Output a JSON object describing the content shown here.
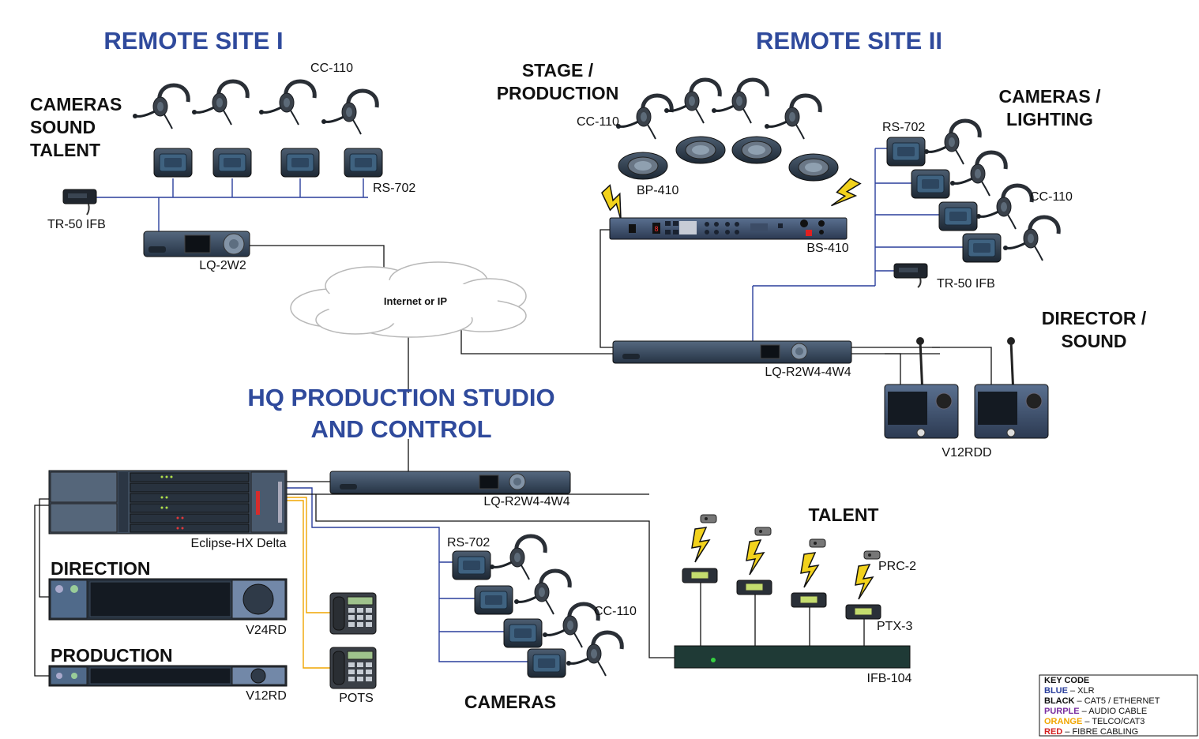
{
  "sections": {
    "remote_site_1": "REMOTE SITE I",
    "remote_site_2": "REMOTE SITE II",
    "hq_line1": "HQ PRODUCTION STUDIO",
    "hq_line2": "AND CONTROL"
  },
  "groups": {
    "rs1_cameras_1": "CAMERAS",
    "rs1_cameras_2": "SOUND",
    "rs1_cameras_3": "TALENT",
    "rs2_stage_1": "STAGE /",
    "rs2_stage_2": "PRODUCTION",
    "rs2_cam_1": "CAMERAS /",
    "rs2_cam_2": "LIGHTING",
    "director_1": "DIRECTOR /",
    "director_2": "SOUND",
    "talent": "TALENT",
    "direction": "DIRECTION",
    "production": "PRODUCTION",
    "cameras_hq": "CAMERAS"
  },
  "devices": {
    "rs1_cc110": "CC-110",
    "rs1_rs702": "RS-702",
    "rs1_tr50": "TR-50 IFB",
    "rs1_lq2w2": "LQ-2W2",
    "cloud": "Internet or IP",
    "rs2_cc110_stage": "CC-110",
    "rs2_bp410": "BP-410",
    "rs2_bs410": "BS-410",
    "rs2_rs702": "RS-702",
    "rs2_cc110_cam": "CC-110",
    "rs2_tr50": "TR-50 IFB",
    "rs2_lq": "LQ-R2W4-4W4",
    "v12rdd": "V12RDD",
    "hq_lq": "LQ-R2W4-4W4",
    "eclipse": "Eclipse-HX Delta",
    "v24rd": "V24RD",
    "v12rd": "V12RD",
    "pots": "POTS",
    "hq_rs702": "RS-702",
    "hq_cc110": "CC-110",
    "prc2": "PRC-2",
    "ptx3": "PTX-3",
    "ifb104": "IFB-104"
  },
  "key": {
    "title": "KEY CODE",
    "items": [
      {
        "name": "BLUE",
        "desc": " – XLR",
        "color": "#2a3f9c"
      },
      {
        "name": "BLACK",
        "desc": " – CAT5 / ETHERNET",
        "color": "#111111"
      },
      {
        "name": "PURPLE",
        "desc": " – AUDIO CABLE",
        "color": "#7a2fa0"
      },
      {
        "name": "ORANGE",
        "desc": "  – TELCO/CAT3",
        "color": "#f0a500"
      },
      {
        "name": "RED",
        "desc": " – FIBRE CABLING",
        "color": "#d42020"
      }
    ]
  },
  "colors": {
    "title": "#2f4a9c",
    "xlr": "#2a3f9c",
    "ethernet": "#111111",
    "telco": "#f0a500"
  }
}
